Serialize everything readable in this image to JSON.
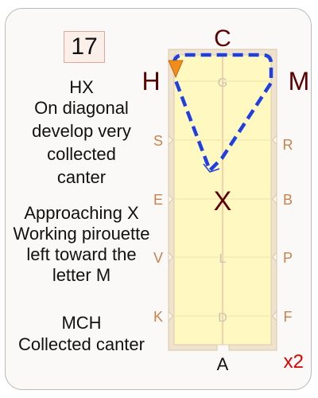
{
  "test": {
    "number": "17",
    "repeat": "x2"
  },
  "instructions": {
    "movement1": [
      "HX",
      "On diagonal",
      "develop very",
      "collected",
      "canter"
    ],
    "movement2": [
      "Approaching X",
      "Working pirouette",
      "left toward the",
      "letter M"
    ],
    "movement3": [
      "MCH",
      "Collected canter"
    ]
  },
  "arena": {
    "letters": {
      "C": "C",
      "A": "A",
      "H": "H",
      "M": "M",
      "X": "X",
      "S": "S",
      "R": "R",
      "E": "E",
      "B": "B",
      "V": "V",
      "P": "P",
      "K": "K",
      "F": "F",
      "G": "G",
      "L": "L",
      "D": "D"
    }
  },
  "colors": {
    "arena_fill": "#fff8c0",
    "arena_border": "#d9c6a4",
    "path": "#1f3fe0",
    "start_marker": "#f28c1a",
    "repeat": "#e00000",
    "side_letters": "#c8824b",
    "main_letters": "#5a0000"
  }
}
